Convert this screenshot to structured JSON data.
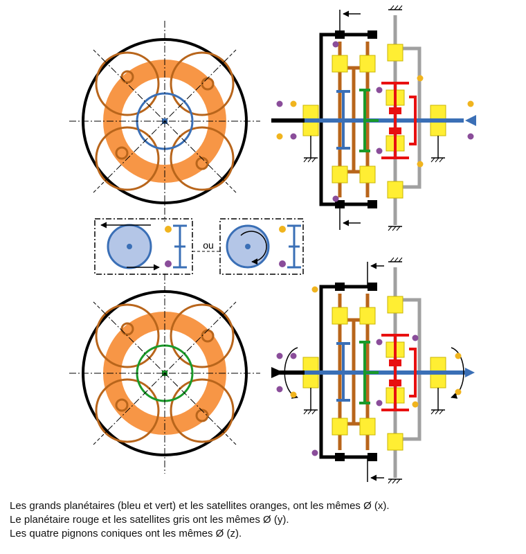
{
  "colors": {
    "orange_ring": "#f79646",
    "brown_satellite": "#b8651b",
    "blue_sun": "#3a6fb6",
    "green_sun": "#1a9a2a",
    "red_planet": "#e81010",
    "gray_satellite": "#a0a0a0",
    "yellow_bearing": "#ffee33",
    "black_frame": "#000000",
    "purple_dot": "#8a4d9a",
    "gold_dot": "#f0b41e",
    "light_blue_disc": "#b4c6e7"
  },
  "diagram": {
    "center_label": "ou",
    "icons": [
      "ground-symbol",
      "direction-arrow",
      "rotation-arrow",
      "bevel-gear-symbol"
    ]
  },
  "caption": {
    "line1": "Les grands planétaires (bleu et vert) et les satellites oranges, ont les mêmes Ø (x).",
    "line2": "Le planétaire rouge et les satellites gris ont les mêmes Ø (y).",
    "line3": "Les quatre pignons coniques ont les mêmes Ø (z)."
  }
}
